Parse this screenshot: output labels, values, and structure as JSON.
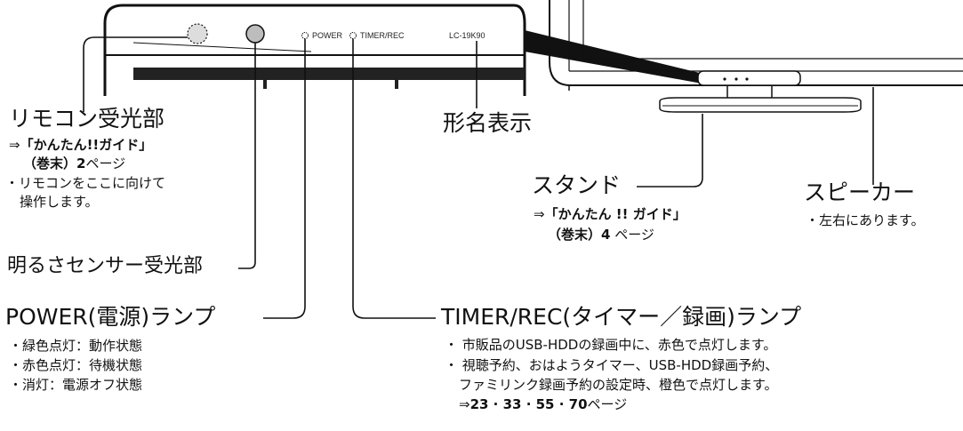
{
  "panel": {
    "power_label": "POWER",
    "timer_label": "TIMER/REC",
    "model_label": "LC-19K90"
  },
  "remote_sensor": {
    "title": "リモコン受光部",
    "ref_arrow": "⇒",
    "ref_bold": "「かんたん!!ガイド」",
    "ref2_bold": "（巻末）2",
    "ref2_normal": "ページ",
    "note_line1": "・リモコンをここに向けて",
    "note_line2": "操作します。"
  },
  "light_sensor": {
    "title": "明るさセンサー受光部"
  },
  "power_lamp": {
    "title": "POWER(電源)ランプ",
    "items": [
      "・緑色点灯：動作状態",
      "・赤色点灯：待機状態",
      "・消灯：電源オフ状態"
    ]
  },
  "model_display": {
    "title": "形名表示"
  },
  "stand": {
    "title": "スタンド",
    "ref_arrow": "⇒",
    "ref_bold": "「かんたん !! ガイド」",
    "ref2_bold": "（巻末）4",
    "ref2_normal": "ページ"
  },
  "speaker": {
    "title": "スピーカー",
    "note": "・左右にあります。"
  },
  "timer_lamp": {
    "title": "TIMER/REC(タイマー／録画)ランプ",
    "bullet1": "・ 市販品のUSB-HDDの録画中に、赤色で点灯します。",
    "bullet2_line1": "・ 視聴予約、おはようタイマー、USB-HDD録画予約、",
    "bullet2_line2": "ファミリンク録画予約の設定時、橙色で点灯します。",
    "ref_arrow": "⇒",
    "ref_bold": "23 · 33 · 55 · 70",
    "ref_normal": "ページ"
  }
}
